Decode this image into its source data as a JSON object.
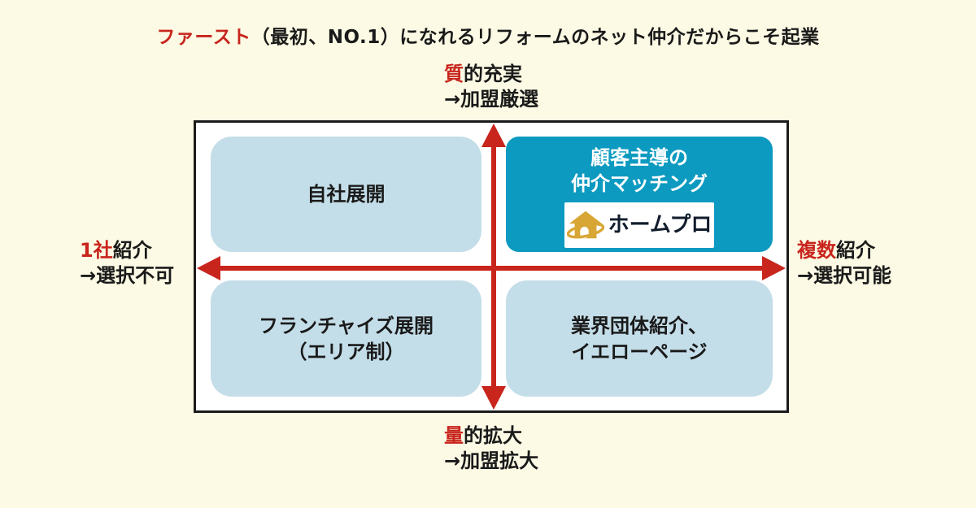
{
  "title": {
    "highlight": "ファースト",
    "rest": "（最初、NO.1）になれるリフォームのネット仲介だからこそ起業"
  },
  "axis_labels": {
    "top": {
      "line1_highlight": "質",
      "line1_rest": "的充実",
      "line2": "→加盟厳選"
    },
    "bottom": {
      "line1_highlight": "量",
      "line1_rest": "的拡大",
      "line2": "→加盟拡大"
    },
    "left": {
      "line1_highlight": "1社",
      "line1_rest": "紹介",
      "line2": "→選択不可"
    },
    "right": {
      "line1_highlight": "複数",
      "line1_rest": "紹介",
      "line2": "→選択可能"
    }
  },
  "quadrants": {
    "top_left": {
      "label": "自社展開"
    },
    "top_right": {
      "line1": "顧客主導の",
      "line2": "仲介マッチング",
      "logo_text": "ホームプロ"
    },
    "bottom_left": {
      "line1": "フランチャイズ展開",
      "line2": "（エリア制）"
    },
    "bottom_right": {
      "line1": "業界団体紹介、",
      "line2": "イエローページ"
    }
  },
  "icons": {
    "homepro_house": "house-with-ring-icon",
    "vertical_arrow": "double-headed-vertical-arrow",
    "horizontal_arrow": "double-headed-horizontal-arrow"
  },
  "colors": {
    "background": "#FCFAE4",
    "red": "#C8251D",
    "light_blue": "#C4DEE9",
    "teal": "#0D9AC0",
    "text_black": "#1A1A1A",
    "logo_gold": "#D8A634",
    "logo_text": "#111C2C"
  }
}
